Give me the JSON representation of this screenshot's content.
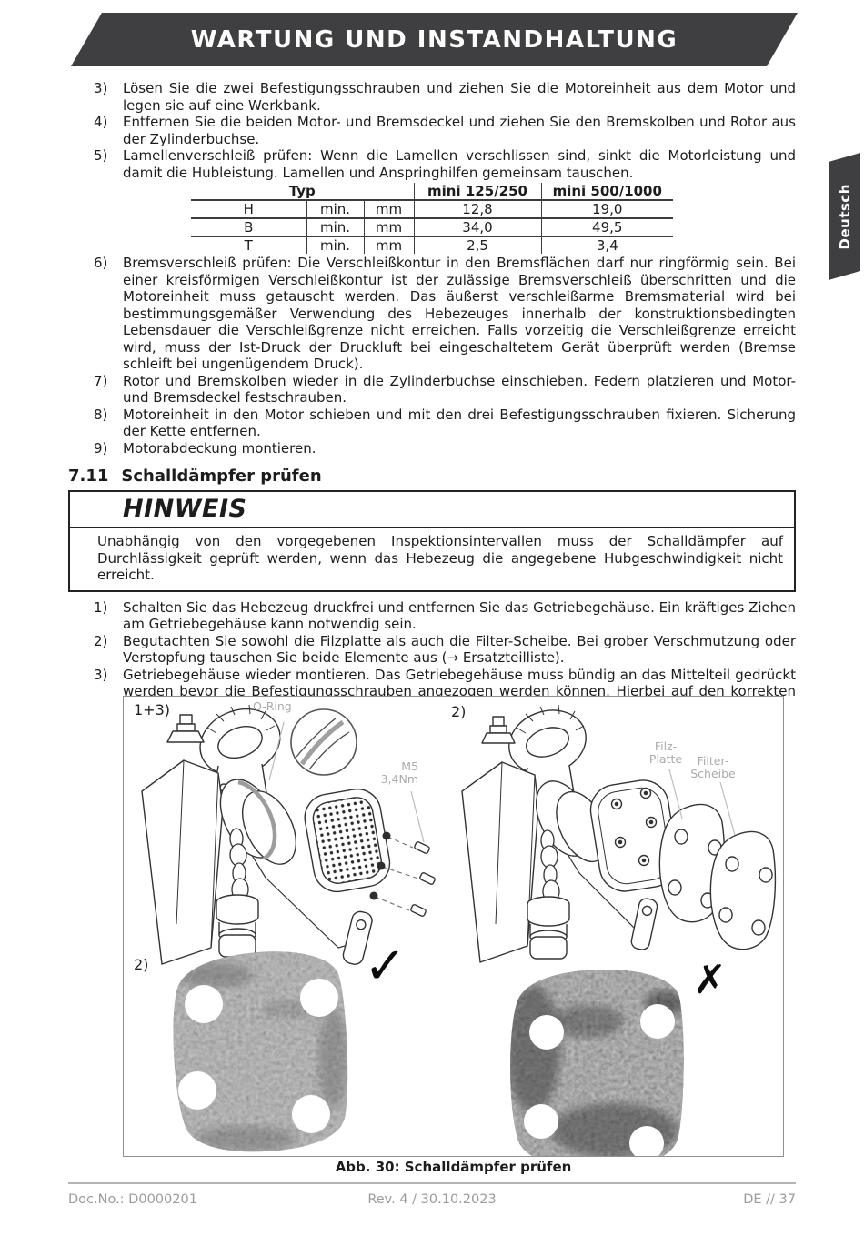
{
  "header": {
    "title": "WARTUNG UND INSTANDHALTUNG"
  },
  "language_tab": {
    "label": "Deutsch"
  },
  "steps_top": [
    {
      "num": "3)",
      "text": "Lösen Sie die zwei Befestigungsschrauben und ziehen Sie die Motoreinheit aus dem Motor und legen sie auf eine Werkbank."
    },
    {
      "num": "4)",
      "text": "Entfernen Sie die beiden Motor- und Bremsdeckel und ziehen Sie den Bremskolben und Rotor aus der Zylinderbuchse."
    },
    {
      "num": "5)",
      "text": "Lamellenverschleiß prüfen: Wenn die Lamellen verschlissen sind, sinkt die Motorleistung und damit die Hubleistung. Lamellen und Anspringhilfen gemeinsam tauschen."
    }
  ],
  "table": {
    "typ_header": "Typ",
    "col_mini_small": "mini 125/250",
    "col_mini_large": "mini 500/1000",
    "rows": [
      {
        "dim": "H",
        "min": "min.",
        "unit": "mm",
        "small": "12,8",
        "large": "19,0"
      },
      {
        "dim": "B",
        "min": "min.",
        "unit": "mm",
        "small": "34,0",
        "large": "49,5"
      },
      {
        "dim": "T",
        "min": "min.",
        "unit": "mm",
        "small": "2,5",
        "large": "3,4"
      }
    ]
  },
  "steps_mid": [
    {
      "num": "6)",
      "text": "Bremsverschleiß prüfen: Die Verschleißkontur in den Bremsflächen darf nur ringförmig sein. Bei einer kreisförmigen Verschleißkontur ist der zulässige Bremsverschleiß überschritten und die Motoreinheit muss getauscht werden. Das äußerst verschleißarme Bremsmaterial wird bei bestimmungsgemäßer Verwendung des Hebezeuges innerhalb der konstruktionsbedingten Lebensdauer die Verschleißgrenze nicht erreichen. Falls vorzeitig die Verschleißgrenze erreicht wird, muss der Ist-Druck der Druckluft bei eingeschaltetem Gerät überprüft werden (Bremse schleift bei ungenügendem Druck)."
    },
    {
      "num": "7)",
      "text": "Rotor und Bremskolben wieder in die Zylinderbuchse einschieben. Federn platzieren und Motor- und Bremsdeckel festschrauben."
    },
    {
      "num": "8)",
      "text": "Motoreinheit in den Motor schieben und mit den drei Befestigungsschrauben fixieren. Sicherung der Kette entfernen."
    },
    {
      "num": "9)",
      "text": "Motorabdeckung montieren."
    }
  ],
  "section": {
    "number": "7.11",
    "title": "Schalldämpfer prüfen"
  },
  "notice": {
    "title": "HINWEIS",
    "text": "Unabhängig von den vorgegebenen Inspektionsintervallen muss der Schalldämpfer auf Durchlässigkeit geprüft werden, wenn das Hebezeug die angegebene Hubgeschwindigkeit nicht erreicht."
  },
  "steps_bottom": [
    {
      "num": "1)",
      "text": "Schalten Sie das Hebezeug druckfrei und entfernen Sie das Getriebegehäuse. Ein kräftiges Ziehen am Getriebegehäuse kann notwendig sein."
    },
    {
      "num": "2)",
      "text": "Begutachten Sie sowohl die Filzplatte als auch die Filter-Scheibe. Bei grober Verschmutzung oder Verstopfung tauschen Sie beide Elemente aus (→ Ersatzteilliste)."
    },
    {
      "num": "3)",
      "text": "Getriebegehäuse wieder montieren. Das Getriebegehäuse muss bündig an das Mittelteil gedrückt werden bevor die Befestigungsschrauben angezogen werden können. Hierbei auf den korrekten Sitz des O-Rings achten."
    }
  ],
  "figure": {
    "label_top_left": "1+3)",
    "label_top_right": "2)",
    "label_bottom_left": "2)",
    "oring_label": "O-Ring",
    "screw_spec_line1": "M5",
    "screw_spec_line2": "3,4Nm",
    "felt_line1": "Filz-",
    "felt_line2": "Platte",
    "filter_line1": "Filter-",
    "filter_line2": "Scheibe",
    "check_mark": "✓",
    "cross_mark": "✗",
    "caption": "Abb. 30: Schalldämpfer prüfen"
  },
  "footer": {
    "doc_no": "Doc.No.: D0000201",
    "revision": "Rev. 4 / 30.10.2023",
    "page_label": "DE // 37"
  },
  "colors": {
    "banner": "#3f3e40",
    "label_gray": "#ababab",
    "footer_gray": "#9b9b9b"
  }
}
